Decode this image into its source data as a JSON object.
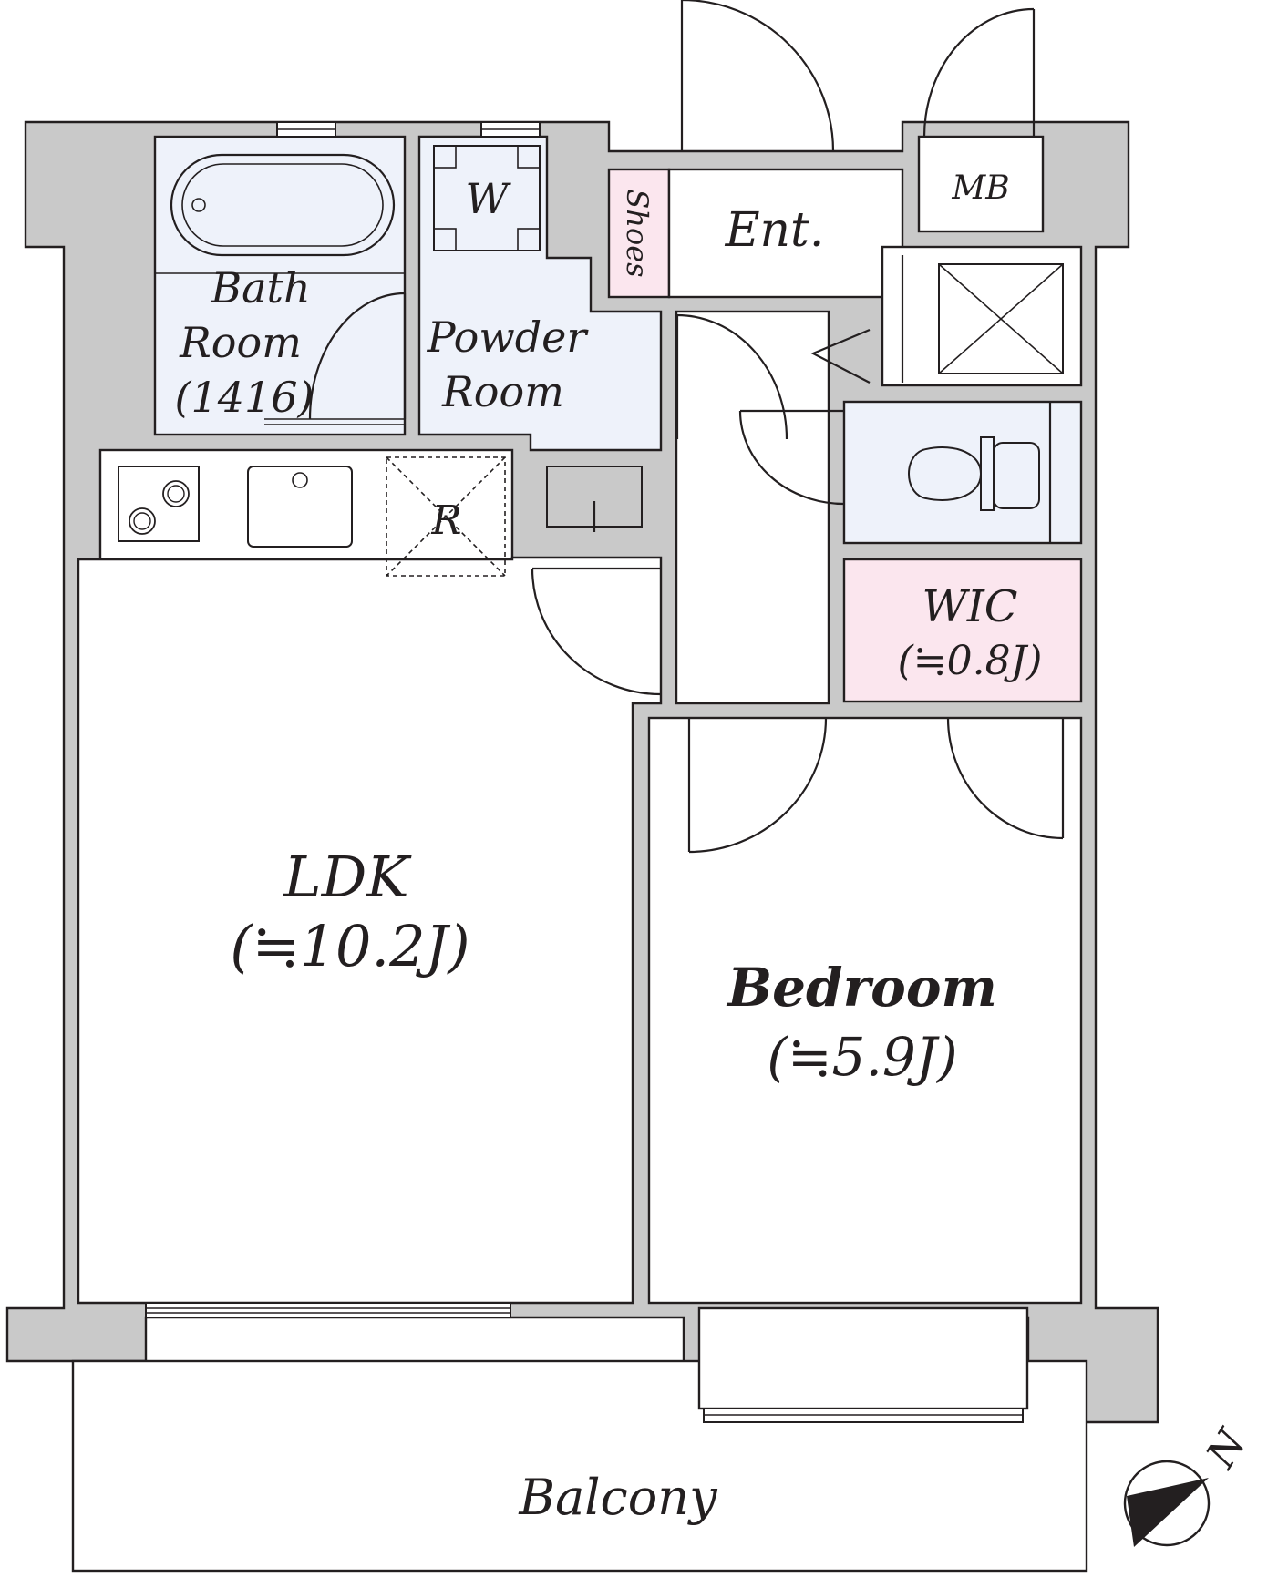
{
  "colors": {
    "wall": "#c9c9c9",
    "line": "#231f20",
    "wet_area": "#eef2fa",
    "storage_pink": "#fbe6ee",
    "room": "#ffffff"
  },
  "rooms": {
    "bath": {
      "name": "Bath",
      "name2": "Room",
      "size": "(1416)"
    },
    "washer": {
      "name": "W"
    },
    "powder": {
      "name": "Powder",
      "name2": "Room"
    },
    "shoes": {
      "name": "Shoes"
    },
    "entrance": {
      "name": "Ent."
    },
    "meter_box": {
      "name": "MB"
    },
    "refrigerator": {
      "name": "R"
    },
    "wic": {
      "name": "WIC",
      "size": "(≒0.8J)"
    },
    "ldk": {
      "name": "LDK",
      "size": "(≒10.2J)"
    },
    "bedroom": {
      "name": "Bedroom",
      "size": "(≒5.9J)"
    },
    "balcony": {
      "name": "Balcony"
    }
  },
  "compass": {
    "label": "N"
  }
}
